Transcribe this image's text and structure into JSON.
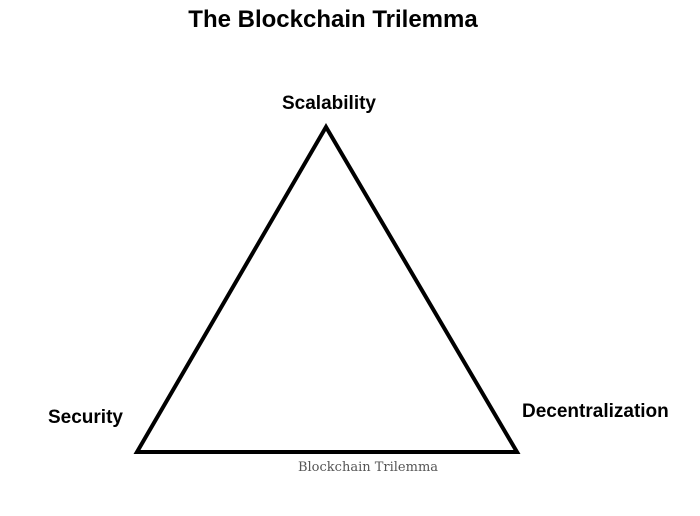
{
  "title": "The Blockchain Trilemma",
  "vertices": {
    "top": "Scalability",
    "bottom_left": "Security",
    "bottom_right": "Decentralization"
  },
  "caption": "Blockchain Trilemma",
  "colors": {
    "stroke": "#000000",
    "text": "#000000",
    "caption": "#555555",
    "background": "#ffffff"
  }
}
